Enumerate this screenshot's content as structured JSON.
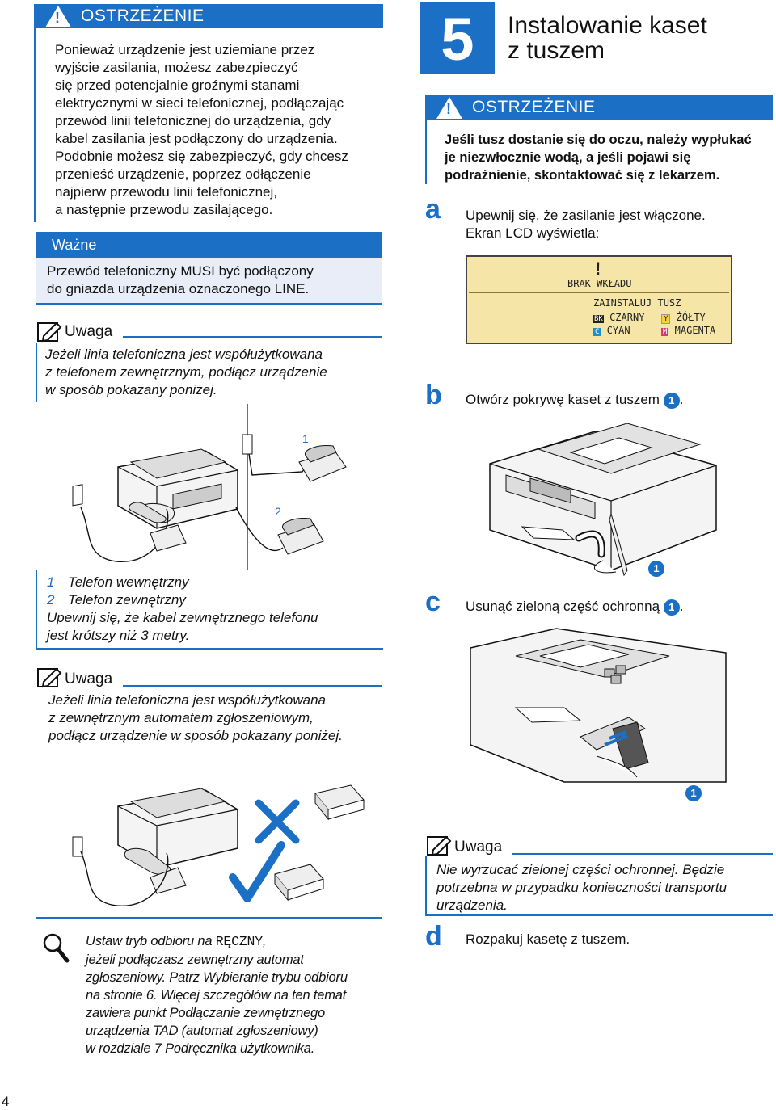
{
  "left": {
    "warning_title": "OSTRZEŻENIE",
    "warning_lines": [
      "Ponieważ urządzenie jest uziemiane przez",
      "wyjście zasilania, możesz zabezpieczyć",
      "się przed potencjalnie groźnymi stanami",
      "elektrycznymi w sieci telefonicznej, podłączając",
      "przewód linii telefonicznej do urządzenia, gdy",
      "kabel zasilania jest podłączony do urządzenia.",
      "Podobnie możesz się zabezpieczyć, gdy chcesz",
      "przenieść urządzenie, poprzez odłączenie",
      "najpierw przewodu linii telefonicznej,",
      "a następnie przewodu zasilającego."
    ],
    "important_title": "Ważne",
    "important_lines": [
      "Przewód telefoniczny MUSI być podłączony",
      "do gniazda urządzenia oznaczonego LINE."
    ],
    "note1_title": "Uwaga",
    "note1_lines": [
      "Jeżeli linia telefoniczna jest współużytkowana",
      "z telefonem zewnętrznym, podłącz urządzenie",
      "w sposób pokazany poniżej."
    ],
    "diagram1_label1": "1",
    "diagram1_label2": "2",
    "legend1_num": "1",
    "legend1_text": "Telefon wewnętrzny",
    "legend2_num": "2",
    "legend2_text": "Telefon zewnętrzny",
    "cable_lines": [
      "Upewnij się, że kabel zewnętrznego telefonu",
      "jest krótszy niż 3 metry."
    ],
    "note2_title": "Uwaga",
    "note2_lines": [
      "Jeżeli linia telefoniczna jest współużytkowana",
      "z zewnętrznym automatem zgłoszeniowym,",
      "podłącz urządzenie w sposób pokazany poniżej."
    ],
    "tip_line1_prefix": "Ustaw tryb odbioru na ",
    "tip_line1_mono": "RĘCZNY",
    "tip_line1_suffix": ",",
    "tip_lines": [
      "jeżeli podłączasz zewnętrzny automat",
      "zgłoszeniowy. Patrz Wybieranie trybu odbioru",
      "na stronie 6. Więcej szczegółów na ten temat",
      "zawiera punkt Podłączanie zewnętrznego",
      "urządzenia TAD (automat zgłoszeniowy)",
      "w rozdziale 7 Podręcznika użytkownika."
    ]
  },
  "right": {
    "step_number": "5",
    "step_title_line1": "Instalowanie kaset",
    "step_title_line2": "z tuszem",
    "warning_title": "OSTRZEŻENIE",
    "warning_lines": [
      "Jeśli tusz dostanie się do oczu, należy wypłukać",
      "je niezwłocznie wodą, a jeśli pojawi się",
      "podrażnienie, skontaktować się z lekarzem."
    ],
    "step_a_letter": "a",
    "step_a_lines": [
      "Upewnij się, że zasilanie jest włączone.",
      "Ekran LCD wyświetla:"
    ],
    "lcd": {
      "alert": "!",
      "line1": "BRAK WKŁADU",
      "line2": "ZAINSTALUJ TUSZ",
      "bk_tag": "BK",
      "bk_label": "CZARNY",
      "y_tag": "Y",
      "y_label": "ŻÓŁTY",
      "c_tag": "C",
      "c_label": "CYAN",
      "m_tag": "M",
      "m_label": "MAGENTA"
    },
    "step_b_letter": "b",
    "step_b_text": "Otwórz pokrywę kaset z tuszem",
    "step_b_ref": "1",
    "step_b_end": ".",
    "callout_b": "1",
    "step_c_letter": "c",
    "step_c_text": "Usunąć zieloną część ochronną",
    "step_c_ref": "1",
    "step_c_end": ".",
    "callout_c": "1",
    "note_title": "Uwaga",
    "note_lines": [
      "Nie wyrzucać zielonej części ochronnej. Będzie",
      "potrzebna w przypadku konieczności transportu",
      "urządzenia."
    ],
    "step_d_letter": "d",
    "step_d_text": "Rozpakuj kasetę z tuszem."
  },
  "page_number": "4",
  "colors": {
    "accent": "#1b6fc4",
    "important_bg": "#e8edf8",
    "lcd_bg": "#f5e6a8"
  }
}
